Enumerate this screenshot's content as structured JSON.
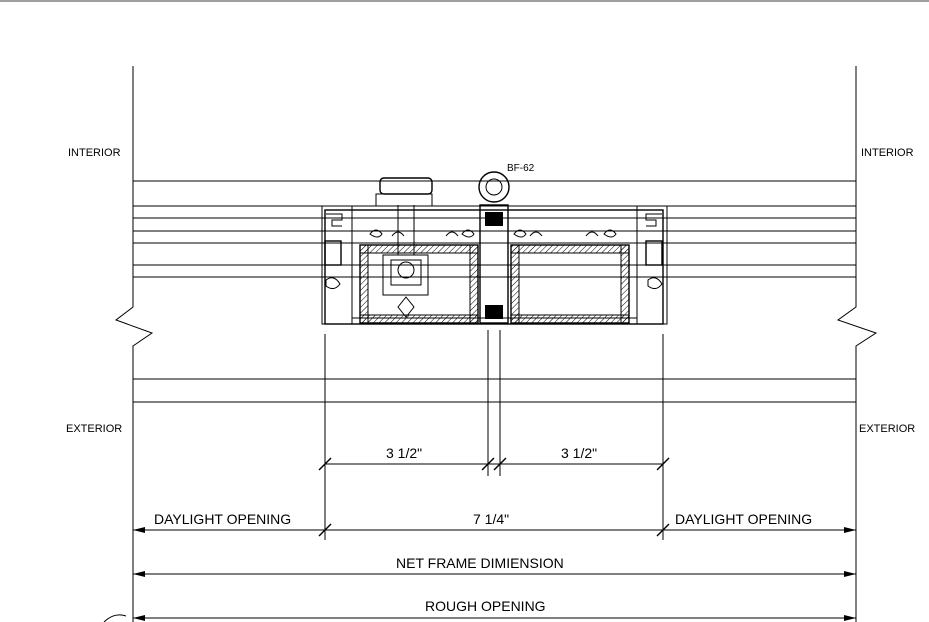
{
  "labels": {
    "interior_left": "INTERIOR",
    "interior_right": "INTERIOR",
    "exterior_left": "EXTERIOR",
    "exterior_right": "EXTERIOR",
    "part_tag": "BF-62"
  },
  "dimensions": {
    "left_half": "3 1/2\"",
    "right_half": "3 1/2\"",
    "overall_mullion": "7 1/4\"",
    "daylight_left": "DAYLIGHT OPENING",
    "daylight_right": "DAYLIGHT OPENING",
    "net_frame": "NET FRAME DIMIENSION",
    "rough_opening": "ROUGH OPENING"
  },
  "colors": {
    "line": "#000000",
    "background": "#ffffff",
    "hatch": "#000000"
  }
}
